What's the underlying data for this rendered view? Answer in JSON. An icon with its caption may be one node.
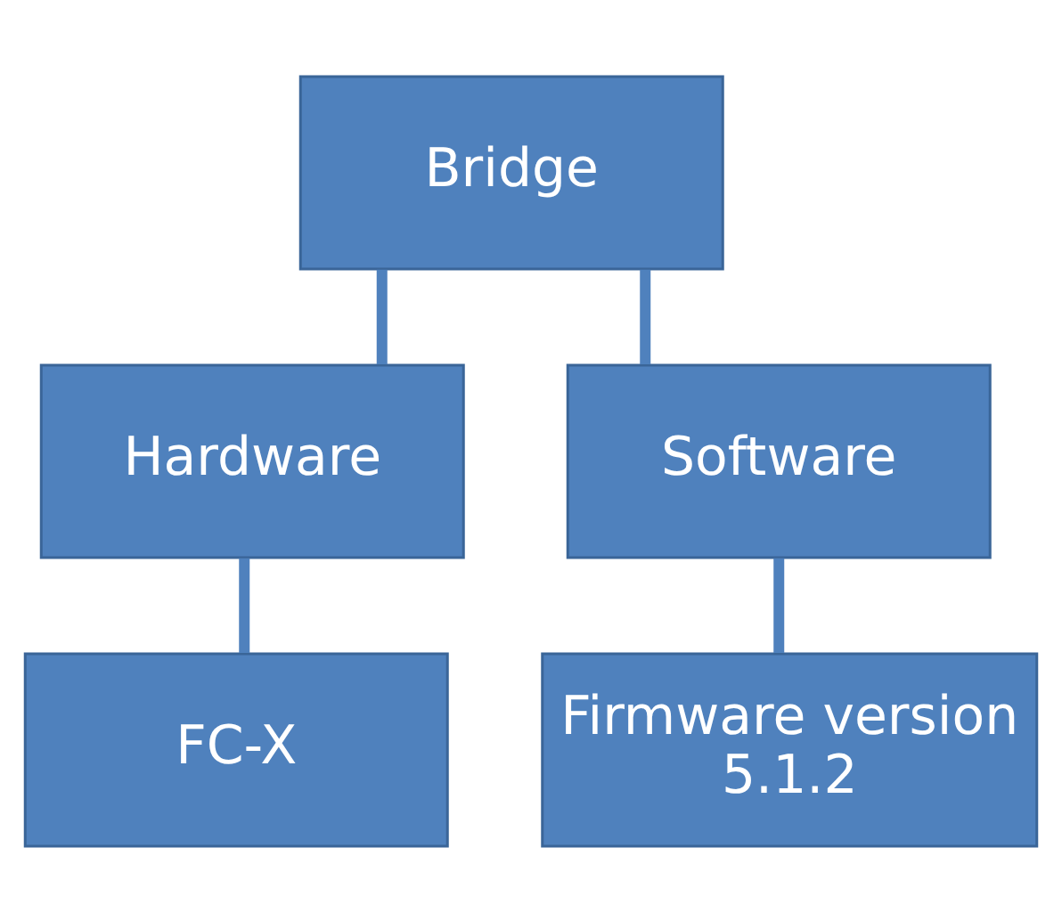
{
  "diagram": {
    "nodes": [
      {
        "text": [
          "Bridge"
        ]
      },
      {
        "text": [
          "Hardware"
        ]
      },
      {
        "text": [
          "Software"
        ]
      },
      {
        "text": [
          "FC-X"
        ]
      },
      {
        "text": [
          "Firmware version 5.1.2"
        ]
      }
    ],
    "edges": [
      {
        "from": 0,
        "to": 1,
        "arrow": "none"
      },
      {
        "from": 0,
        "to": 2,
        "arrow": "none"
      },
      {
        "from": 1,
        "to": 3,
        "arrow": "none"
      },
      {
        "from": 2,
        "to": 4,
        "arrow": "none"
      }
    ]
  }
}
